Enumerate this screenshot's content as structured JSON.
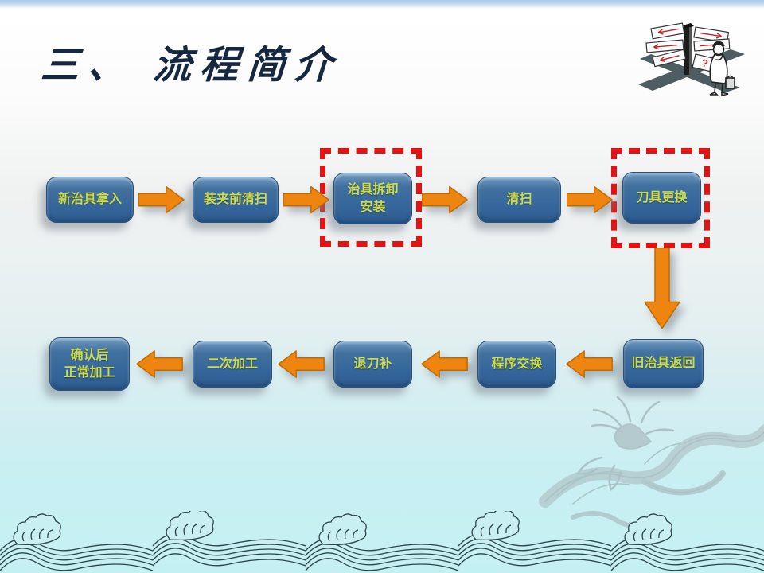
{
  "slide": {
    "title": "三、 流程简介",
    "title_color": "#162740",
    "decorations": {
      "top_right_illustration": "person-at-crossroads-signpost-icon",
      "bottom_right_watermark": "dragon-watermark",
      "bottom_border": "wave-pattern"
    }
  },
  "flowchart": {
    "colors": {
      "node_fill": "#36679c",
      "node_text": "#cddc4e",
      "arrow": "#ee8511",
      "highlight_border": "#e31313"
    },
    "top_row": [
      {
        "label": "新治具拿入",
        "highlighted": false
      },
      {
        "label": "装夹前清扫",
        "highlighted": false
      },
      {
        "label": "治具拆卸\n安装",
        "highlighted": true
      },
      {
        "label": "清扫",
        "highlighted": false
      },
      {
        "label": "刀具更换",
        "highlighted": true
      }
    ],
    "bottom_row": [
      {
        "label": "确认后\n正常加工",
        "highlighted": false
      },
      {
        "label": "二次加工",
        "highlighted": false
      },
      {
        "label": "退刀补",
        "highlighted": false
      },
      {
        "label": "程序交换",
        "highlighted": false
      },
      {
        "label": "旧治具返回",
        "highlighted": false
      }
    ],
    "flow_order": [
      "新治具拿入",
      "装夹前清扫",
      "治具拆卸安装",
      "清扫",
      "刀具更换",
      "旧治具返回",
      "程序交换",
      "退刀补",
      "二次加工",
      "确认后正常加工"
    ]
  }
}
